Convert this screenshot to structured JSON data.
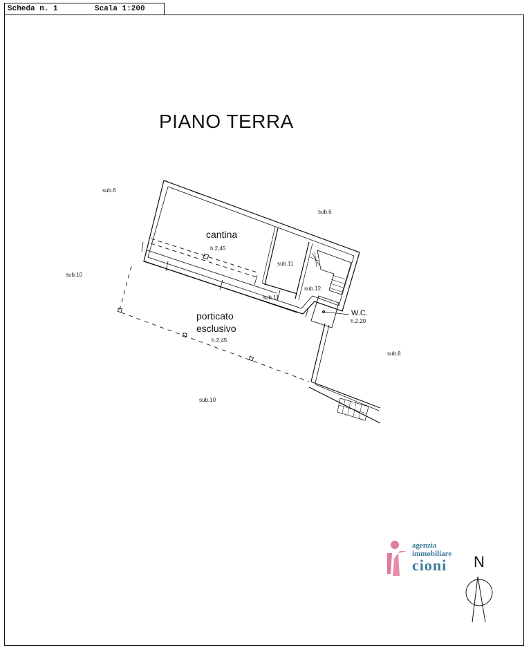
{
  "header": {
    "sheet_label": "Scheda n. 1",
    "scale_label": "Scala 1:200"
  },
  "title": "PIANO TERRA",
  "rooms": {
    "cantina": {
      "name": "cantina",
      "height": "h.2,45"
    },
    "porticato": {
      "name_line1": "porticato",
      "name_line2": "esclusivo",
      "height": "h.2,45"
    },
    "wc": {
      "name": "W.C.",
      "height": "h.2.20"
    }
  },
  "subalterni": [
    {
      "id": "sub6-left",
      "label": "sub.6"
    },
    {
      "id": "sub6-right",
      "label": "sub.6"
    },
    {
      "id": "sub10-left",
      "label": "sub.10"
    },
    {
      "id": "sub10-bottom",
      "label": "sub.10"
    },
    {
      "id": "sub11-room",
      "label": "sub.11"
    },
    {
      "id": "sub11-corridor",
      "label": "sub.11"
    },
    {
      "id": "sub12",
      "label": "sub.12"
    },
    {
      "id": "sub8",
      "label": "sub.8"
    }
  ],
  "logo": {
    "line1": "agenzia",
    "line2": "immobiliare",
    "line3": "cioni",
    "colors": {
      "pink": "#e07a9a",
      "blue": "#3b7a9c"
    }
  },
  "north": {
    "label": "N"
  }
}
